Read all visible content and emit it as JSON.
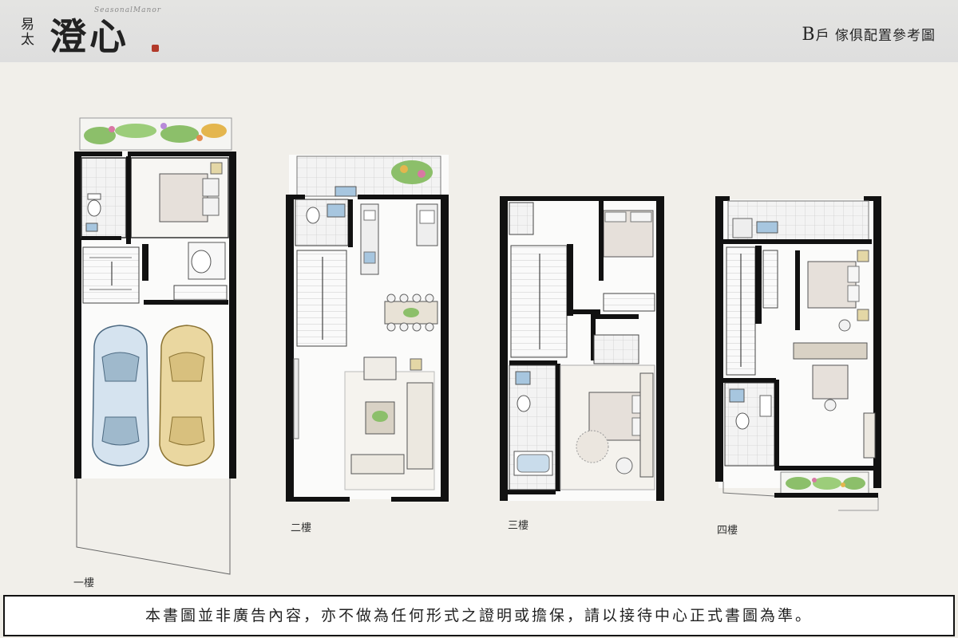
{
  "header": {
    "logo_small": "易太",
    "logo_big": "澄心",
    "logo_sub": "SeasonalManor",
    "title_unit": "B",
    "title_rest": "戶 傢俱配置參考圖"
  },
  "floors": [
    {
      "label": "一樓",
      "icons": [
        "car-icon",
        "car-icon",
        "bed-icon",
        "toilet-icon",
        "stairs-icon",
        "planter-icon"
      ]
    },
    {
      "label": "二樓",
      "icons": [
        "sofa-icon",
        "dining-table-icon",
        "kitchen-icon",
        "toilet-icon",
        "stairs-icon",
        "planter-icon"
      ]
    },
    {
      "label": "三樓",
      "icons": [
        "bed-icon",
        "bed-icon",
        "toilet-icon",
        "bathtub-icon",
        "stairs-icon"
      ]
    },
    {
      "label": "四樓",
      "icons": [
        "bed-icon",
        "desk-icon",
        "toilet-icon",
        "planter-icon",
        "stairs-icon"
      ]
    }
  ],
  "colors": {
    "wall": "#111111",
    "car_left": "#d5e3ef",
    "car_right": "#ead7a0",
    "bed": "#e6e0da",
    "floor_tile": "#e6e6e6",
    "planter_green": "#8cbf6a",
    "planter_flower": "#e4b64e",
    "fixture_blue": "#a7c6df"
  },
  "disclaimer": "本書圖並非廣告內容，亦不做為任何形式之證明或擔保，請以接待中心正式書圖為準。"
}
